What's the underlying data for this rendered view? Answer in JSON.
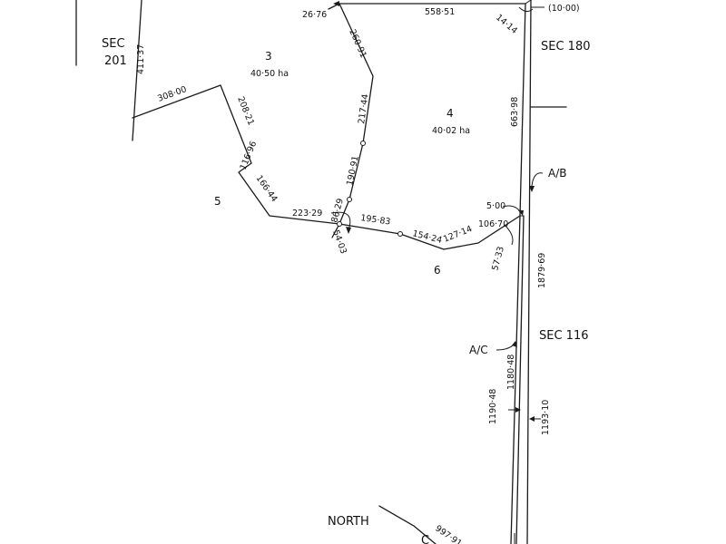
{
  "sections": {
    "sec201_line1": "SEC",
    "sec201_line2": "201",
    "sec180": "SEC 180",
    "sec116": "SEC 116",
    "north_label": "NORTH",
    "north_partial": "C"
  },
  "lots": {
    "lot3": {
      "number": "3",
      "area": "40·50 ha"
    },
    "lot4": {
      "number": "4",
      "area": "40·02 ha"
    },
    "lot5": {
      "number": "5"
    },
    "lot6": {
      "number": "6"
    }
  },
  "dimensions": {
    "d_411_37": "411·37",
    "d_308_00": "308·00",
    "d_208_21": "208·21",
    "d_116_96": "116·96",
    "d_166_44": "166·44",
    "d_223_29": "223·29",
    "d_86_29": "86·29",
    "d_54_03": "54·03",
    "d_195_83": "195·83",
    "d_154_24": "154·24",
    "d_127_14": "127·14",
    "d_106_70": "106·70",
    "d_57_33": "57·33",
    "d_5_00": "5·00",
    "d_26_76": "26·76",
    "d_558_51": "558·51",
    "d_10_00": "(10·00)",
    "d_14_14": "14·14",
    "d_260_91": "260·91",
    "d_217_44": "217·44",
    "d_190_91": "190·91",
    "d_663_98": "663·98",
    "d_1879_69": "1879·69",
    "d_1180_48": "1180·48",
    "d_1190_48": "1190·48",
    "d_1193_10": "1193·10",
    "d_997_91": "997·91"
  },
  "references": {
    "ab": "A/B",
    "ac": "A/C"
  }
}
